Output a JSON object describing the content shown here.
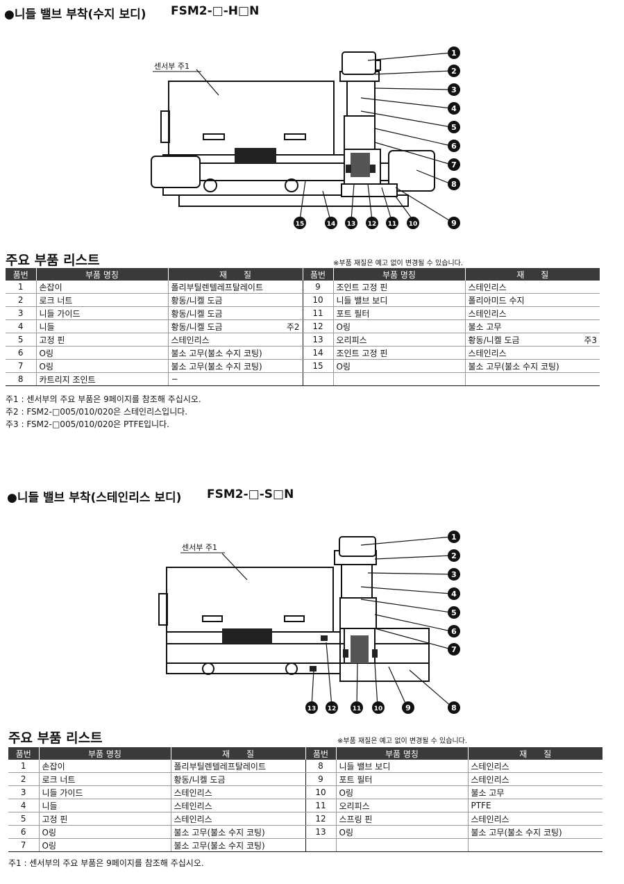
{
  "section1": {
    "title": "●니들 밸브 부착(수지 보디)",
    "model": "FSM2-□-H□N",
    "sensor_label": "센서부 주1",
    "callouts": [
      "1",
      "2",
      "3",
      "4",
      "5",
      "6",
      "7",
      "8",
      "9",
      "10",
      "11",
      "12",
      "13",
      "14",
      "15"
    ],
    "list_title": "주요 부품 리스트",
    "material_note": "※부품 재질은 예고 없이 변경될 수 있습니다.",
    "headers": [
      "품번",
      "부품 명칭",
      "재　　질",
      "품번",
      "부품 명칭",
      "재　　질"
    ],
    "rows": [
      {
        "no": "1",
        "name": "손잡이",
        "mat": "폴리부틸렌텔레프탈레이트",
        "note": "",
        "no2": "9",
        "name2": "조인트 고정 핀",
        "mat2": "스테인리스",
        "note2": ""
      },
      {
        "no": "2",
        "name": "로크 너트",
        "mat": "황동/니켈 도금",
        "note": "",
        "no2": "10",
        "name2": "니들 밸브 보디",
        "mat2": "폴리아미드 수지",
        "note2": ""
      },
      {
        "no": "3",
        "name": "니들 가이드",
        "mat": "황동/니켈 도금",
        "note": "",
        "no2": "11",
        "name2": "포트 필터",
        "mat2": "스테인리스",
        "note2": ""
      },
      {
        "no": "4",
        "name": "니들",
        "mat": "황동/니켈 도금",
        "note": "주2",
        "no2": "12",
        "name2": "O링",
        "mat2": "불소 고무",
        "note2": ""
      },
      {
        "no": "5",
        "name": "고정 핀",
        "mat": "스테인리스",
        "note": "",
        "no2": "13",
        "name2": "오리피스",
        "mat2": "황동/니켈 도금",
        "note2": "주3"
      },
      {
        "no": "6",
        "name": "O링",
        "mat": "불소 고무(불소 수지 코팅)",
        "note": "",
        "no2": "14",
        "name2": "조인트 고정 핀",
        "mat2": "스테인리스",
        "note2": ""
      },
      {
        "no": "7",
        "name": "O링",
        "mat": "불소 고무(불소 수지 코팅)",
        "note": "",
        "no2": "15",
        "name2": "O링",
        "mat2": "불소 고무(불소 수지 코팅)",
        "note2": ""
      },
      {
        "no": "8",
        "name": "카트리지 조인트",
        "mat": "−",
        "note": "",
        "no2": "",
        "name2": "",
        "mat2": "",
        "note2": ""
      }
    ],
    "footnotes": [
      "주1 : 센서부의 주요 부품은 9페이지를 참조해 주십시오.",
      "주2 : FSM2-□005/010/020은 스테인리스입니다.",
      "주3 : FSM2-□005/010/020은 PTFE입니다."
    ]
  },
  "section2": {
    "title": "●니들 밸브 부착(스테인리스 보디)",
    "model": "FSM2-□-S□N",
    "sensor_label": "센서부 주1",
    "callouts": [
      "1",
      "2",
      "3",
      "4",
      "5",
      "6",
      "7",
      "8",
      "9",
      "10",
      "11",
      "12",
      "13"
    ],
    "list_title": "주요 부품 리스트",
    "material_note": "※부품 재질은 예고 없이 변경될 수 있습니다.",
    "headers": [
      "품번",
      "부품 명칭",
      "재　　질",
      "품번",
      "부품 명칭",
      "재　　질"
    ],
    "rows": [
      {
        "no": "1",
        "name": "손잡이",
        "mat": "폴리부틸렌텔레프탈레이트",
        "note": "",
        "no2": "8",
        "name2": "니들 밸브 보디",
        "mat2": "스테인리스",
        "note2": ""
      },
      {
        "no": "2",
        "name": "로크 너트",
        "mat": "황동/니켈 도금",
        "note": "",
        "no2": "9",
        "name2": "포트 필터",
        "mat2": "스테인리스",
        "note2": ""
      },
      {
        "no": "3",
        "name": "니들 가이드",
        "mat": "스테인리스",
        "note": "",
        "no2": "10",
        "name2": "O링",
        "mat2": "불소 고무",
        "note2": ""
      },
      {
        "no": "4",
        "name": "니들",
        "mat": "스테인리스",
        "note": "",
        "no2": "11",
        "name2": "오리피스",
        "mat2": "PTFE",
        "note2": ""
      },
      {
        "no": "5",
        "name": "고정 핀",
        "mat": "스테인리스",
        "note": "",
        "no2": "12",
        "name2": "스프링 핀",
        "mat2": "스테인리스",
        "note2": ""
      },
      {
        "no": "6",
        "name": "O링",
        "mat": "불소 고무(불소 수지 코팅)",
        "note": "",
        "no2": "13",
        "name2": "O링",
        "mat2": "불소 고무(불소 수지 코팅)",
        "note2": ""
      },
      {
        "no": "7",
        "name": "O링",
        "mat": "불소 고무(불소 수지 코팅)",
        "note": "",
        "no2": "",
        "name2": "",
        "mat2": "",
        "note2": ""
      }
    ],
    "footnotes": [
      "주1 : 센서부의 주요 부품은 9페이지를 참조해 주십시오."
    ]
  }
}
